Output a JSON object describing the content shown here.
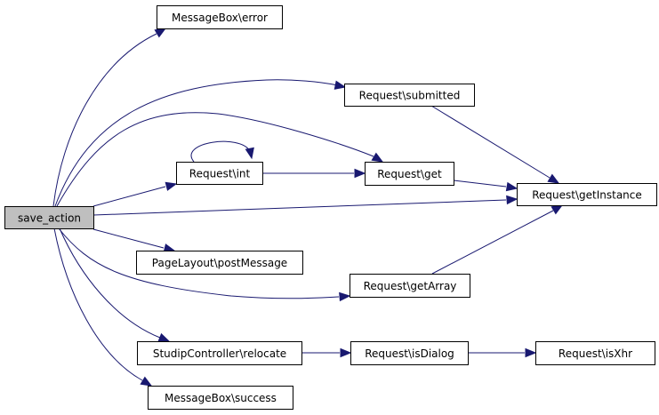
{
  "graph": {
    "title": "save_action call graph",
    "edge_color": "#191970",
    "root_fill": "#bfbfbf",
    "nodes": [
      {
        "id": "save_action",
        "label": "save_action",
        "root": true
      },
      {
        "id": "mb_error",
        "label": "MessageBox\\error"
      },
      {
        "id": "req_submitted",
        "label": "Request\\submitted"
      },
      {
        "id": "req_int",
        "label": "Request\\int"
      },
      {
        "id": "req_get",
        "label": "Request\\get"
      },
      {
        "id": "req_getInstance",
        "label": "Request\\getInstance"
      },
      {
        "id": "pl_postMessage",
        "label": "PageLayout\\postMessage"
      },
      {
        "id": "req_getArray",
        "label": "Request\\getArray"
      },
      {
        "id": "sc_relocate",
        "label": "StudipController\\relocate"
      },
      {
        "id": "req_isDialog",
        "label": "Request\\isDialog"
      },
      {
        "id": "req_isXhr",
        "label": "Request\\isXhr"
      },
      {
        "id": "mb_success",
        "label": "MessageBox\\success"
      }
    ],
    "edges": [
      {
        "from": "save_action",
        "to": "mb_error"
      },
      {
        "from": "save_action",
        "to": "req_submitted"
      },
      {
        "from": "save_action",
        "to": "req_get"
      },
      {
        "from": "save_action",
        "to": "req_int"
      },
      {
        "from": "save_action",
        "to": "req_getInstance"
      },
      {
        "from": "save_action",
        "to": "pl_postMessage"
      },
      {
        "from": "save_action",
        "to": "req_getArray"
      },
      {
        "from": "save_action",
        "to": "sc_relocate"
      },
      {
        "from": "save_action",
        "to": "mb_success"
      },
      {
        "from": "req_int",
        "to": "req_int"
      },
      {
        "from": "req_int",
        "to": "req_get"
      },
      {
        "from": "req_submitted",
        "to": "req_getInstance"
      },
      {
        "from": "req_get",
        "to": "req_getInstance"
      },
      {
        "from": "req_getArray",
        "to": "req_getInstance"
      },
      {
        "from": "sc_relocate",
        "to": "req_isDialog"
      },
      {
        "from": "req_isDialog",
        "to": "req_isXhr"
      }
    ]
  }
}
